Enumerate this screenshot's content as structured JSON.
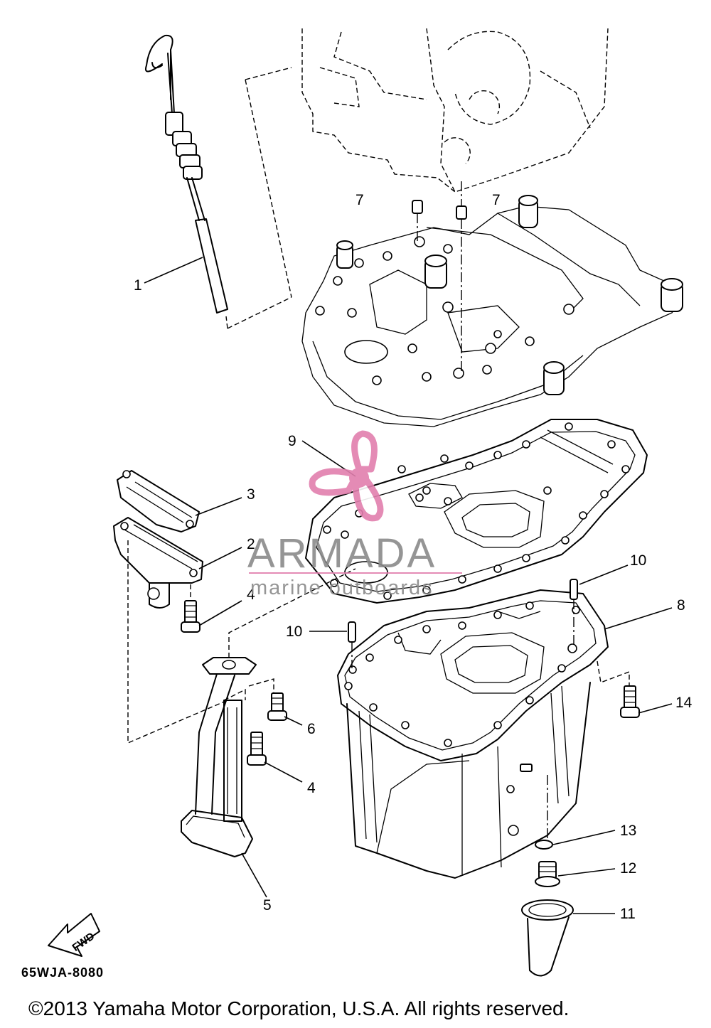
{
  "diagram": {
    "code": "65WJA-8080",
    "copyright": "©2013 Yamaha Motor Corporation, U.S.A. All rights reserved.",
    "fwd_label": "FWD",
    "callouts": {
      "p1": "1",
      "p2": "2",
      "p3": "3",
      "p4a": "4",
      "p4b": "4",
      "p5": "5",
      "p6": "6",
      "p7a": "7",
      "p7b": "7",
      "p8": "8",
      "p9": "9",
      "p10a": "10",
      "p10b": "10",
      "p11": "11",
      "p12": "12",
      "p13": "13",
      "p14": "14"
    }
  },
  "watermark": {
    "brand": "ARMADA",
    "tagline": "marine outboards",
    "accent_color": "#e27fae",
    "text_color": "#8a8a8a"
  }
}
